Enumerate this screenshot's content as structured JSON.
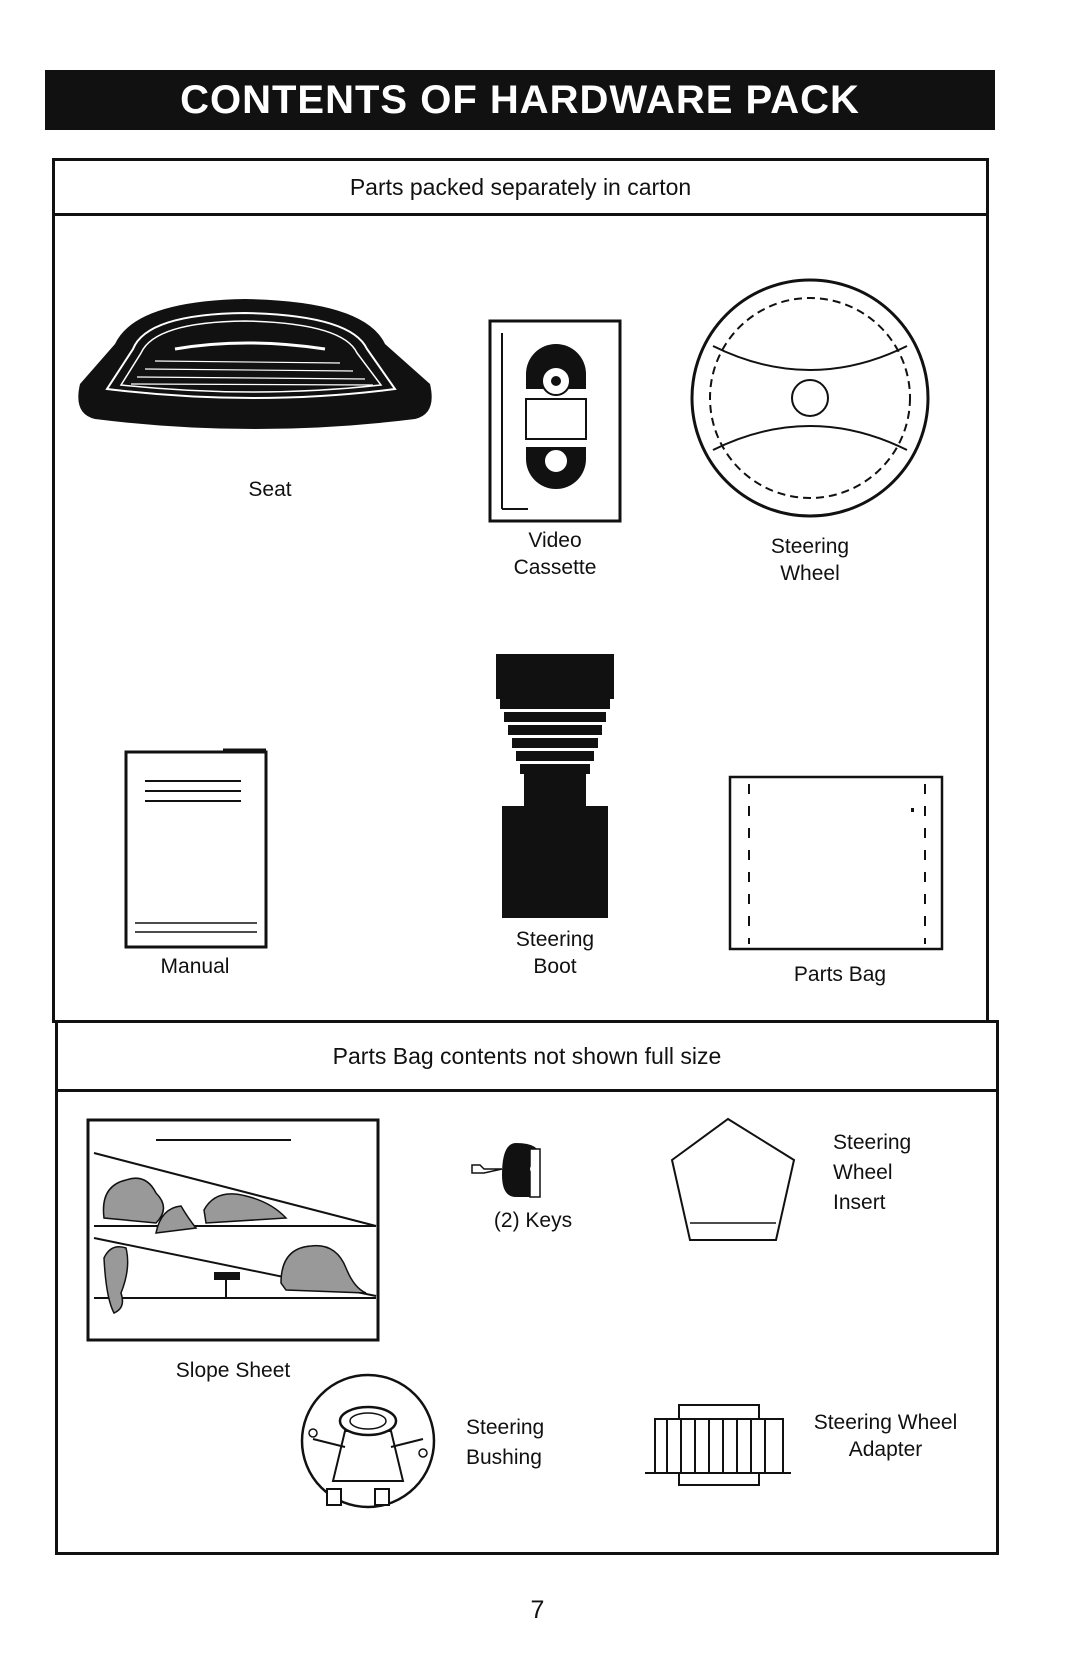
{
  "page": {
    "title": "CONTENTS OF HARDWARE PACK",
    "page_number": "7"
  },
  "section1": {
    "header": "Parts packed separately in carton",
    "items": {
      "seat": "Seat",
      "video_cassette_l1": "Video",
      "video_cassette_l2": "Cassette",
      "steering_wheel_l1": "Steering",
      "steering_wheel_l2": "Wheel",
      "manual": "Manual",
      "steering_boot_l1": "Steering",
      "steering_boot_l2": "Boot",
      "parts_bag": "Parts Bag"
    }
  },
  "section2": {
    "header": "Parts Bag contents not shown full size",
    "items": {
      "slope_sheet": "Slope Sheet",
      "keys": "(2) Keys",
      "insert_l1": "Steering",
      "insert_l2": "Wheel",
      "insert_l3": "Insert",
      "bushing_l1": "Steering",
      "bushing_l2": "Bushing",
      "adapter_l1": "Steering Wheel",
      "adapter_l2": "Adapter"
    }
  }
}
